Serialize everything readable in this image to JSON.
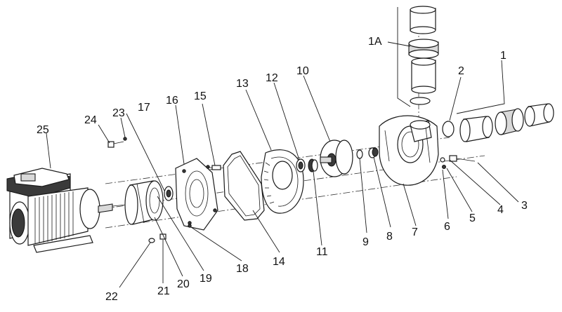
{
  "callouts": {
    "c1": "1",
    "c1A": "1A",
    "c2": "2",
    "c3": "3",
    "c4": "4",
    "c5": "5",
    "c6": "6",
    "c7": "7",
    "c8": "8",
    "c9": "9",
    "c10": "10",
    "c11": "11",
    "c12": "12",
    "c13": "13",
    "c14": "14",
    "c15": "15",
    "c16": "16",
    "c17": "17",
    "c18": "18",
    "c19": "19",
    "c20": "20",
    "c21": "21",
    "c22": "22",
    "c23": "23",
    "c24": "24",
    "c25": "25"
  }
}
